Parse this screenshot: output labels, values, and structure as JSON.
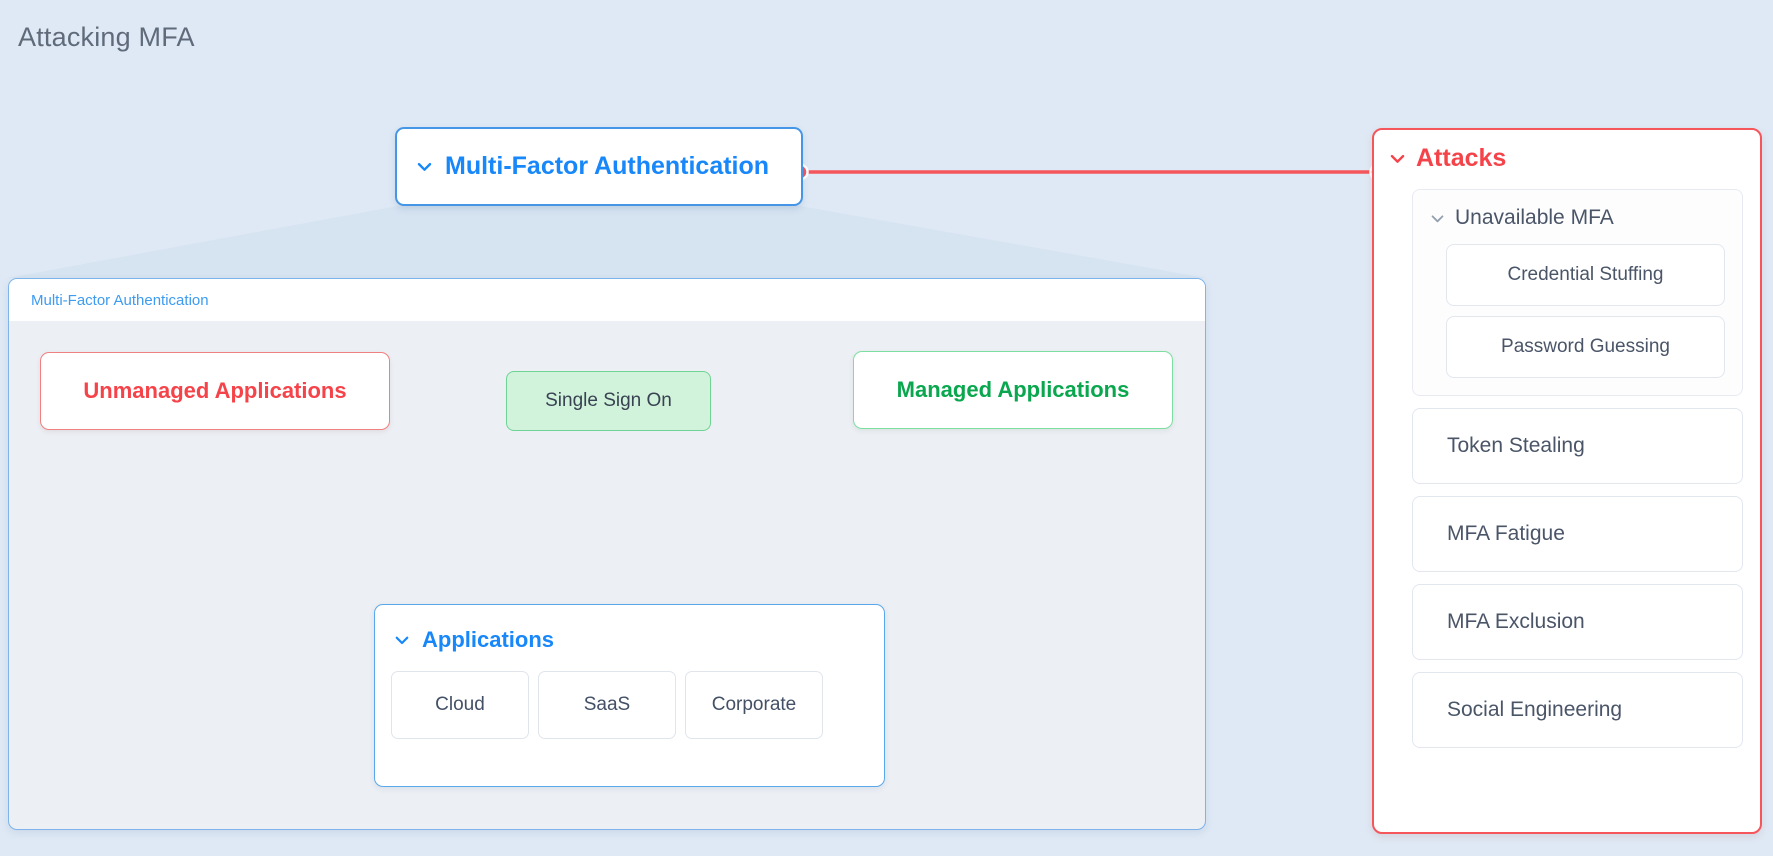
{
  "page": {
    "title": "Attacking MFA",
    "background_color": "#dfe9f5"
  },
  "colors": {
    "blue": "#1787fa",
    "red": "#f5434a",
    "green": "#0aa74f",
    "gray_text": "#4a5568",
    "panel_body": "#eceff4"
  },
  "mfa_node": {
    "label": "Multi-Factor Authentication",
    "chevron": "chevron-down-icon",
    "border_color": "#4596e6"
  },
  "mfa_panel": {
    "header_label": "Multi-Factor Authentication",
    "nodes": {
      "unmanaged": {
        "label": "Unmanaged Applications",
        "color": "#f5434a"
      },
      "sso": {
        "label": "Single Sign On",
        "color": "#384252",
        "fill": "#d2f3db"
      },
      "managed": {
        "label": "Managed Applications",
        "color": "#0aa74f"
      }
    },
    "applications_group": {
      "label": "Applications",
      "chevron": "chevron-down-icon",
      "children": [
        {
          "label": "Cloud"
        },
        {
          "label": "SaaS"
        },
        {
          "label": "Corporate"
        }
      ]
    }
  },
  "attacks_panel": {
    "header": {
      "label": "Attacks",
      "chevron": "chevron-down-icon",
      "color": "#f5434a"
    },
    "unavailable_mfa": {
      "label": "Unavailable MFA",
      "chevron": "chevron-down-icon",
      "children": [
        {
          "label": "Credential Stuffing"
        },
        {
          "label": "Password Guessing"
        }
      ]
    },
    "items": [
      {
        "label": "Token Stealing"
      },
      {
        "label": "MFA Fatigue"
      },
      {
        "label": "MFA Exclusion"
      },
      {
        "label": "Social Engineering"
      }
    ]
  },
  "edges": {
    "mfa_to_attacks": {
      "color": "#f4565c",
      "style": "solid",
      "endpoints": "dots"
    },
    "unmanaged_to_sso": {
      "color": "#0f9d58",
      "style": "solid"
    },
    "sso_to_managed": {
      "color": "#0f9d58",
      "style": "solid-arrow"
    },
    "apps_to_unmanaged": {
      "color": "#9aa5b1",
      "style": "dashed-arrow"
    },
    "apps_to_managed": {
      "color": "#9aa5b1",
      "style": "dashed-arrow"
    }
  }
}
